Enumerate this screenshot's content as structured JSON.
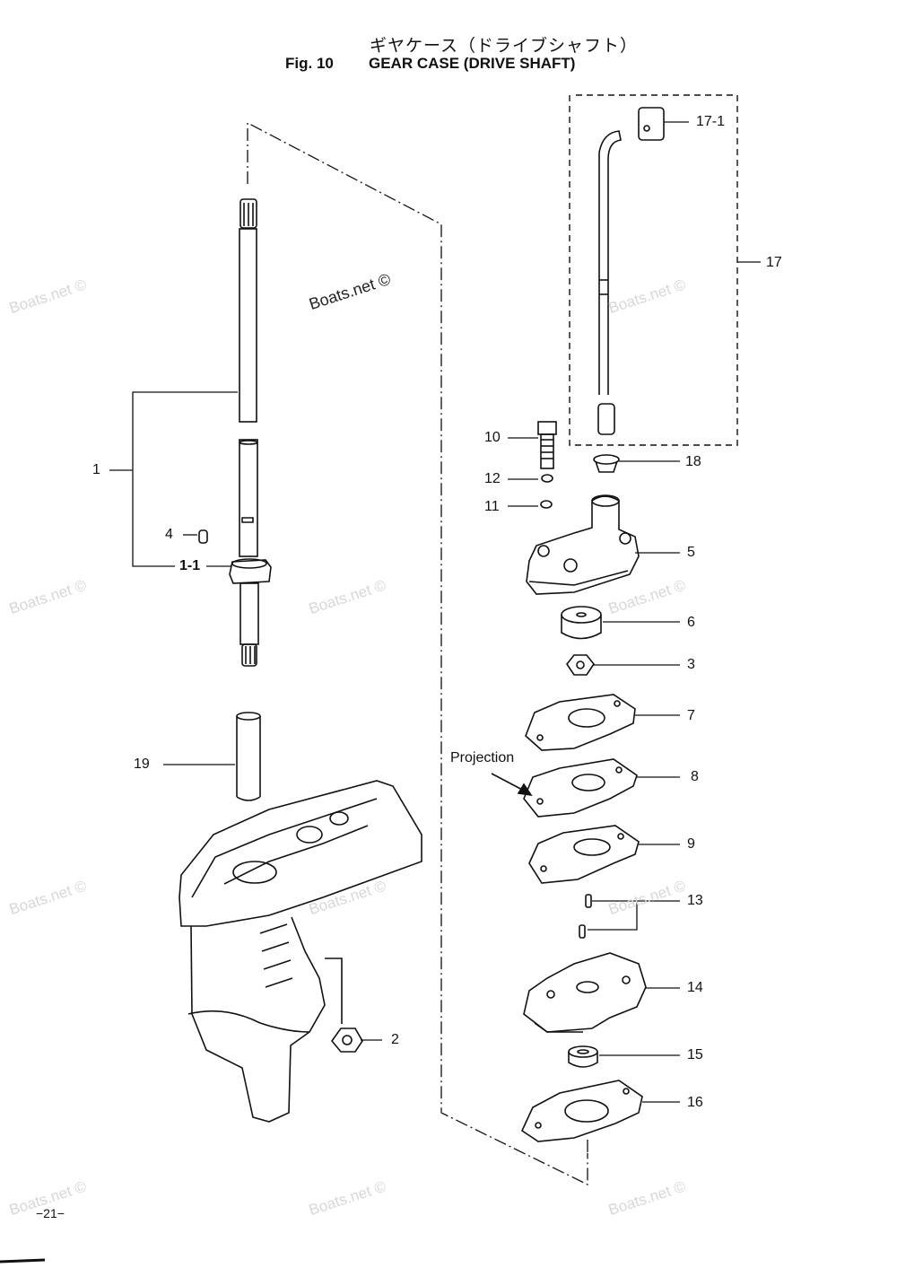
{
  "header": {
    "title_jp": "ギヤケース（ドライブシャフト）",
    "fig_number": "Fig. 10",
    "fig_title": "GEAR CASE (DRIVE SHAFT)"
  },
  "watermark": "Boats.net ©",
  "page_number": "−21−",
  "annotation": "Projection",
  "callouts": {
    "c1": "1",
    "c1_1": "1-1",
    "c2": "2",
    "c3": "3",
    "c4": "4",
    "c5": "5",
    "c6": "6",
    "c7": "7",
    "c8": "8",
    "c9": "9",
    "c10": "10",
    "c11": "11",
    "c12": "12",
    "c13": "13",
    "c14": "14",
    "c15": "15",
    "c16": "16",
    "c17": "17",
    "c17_1": "17-1",
    "c18": "18",
    "c19": "19"
  }
}
